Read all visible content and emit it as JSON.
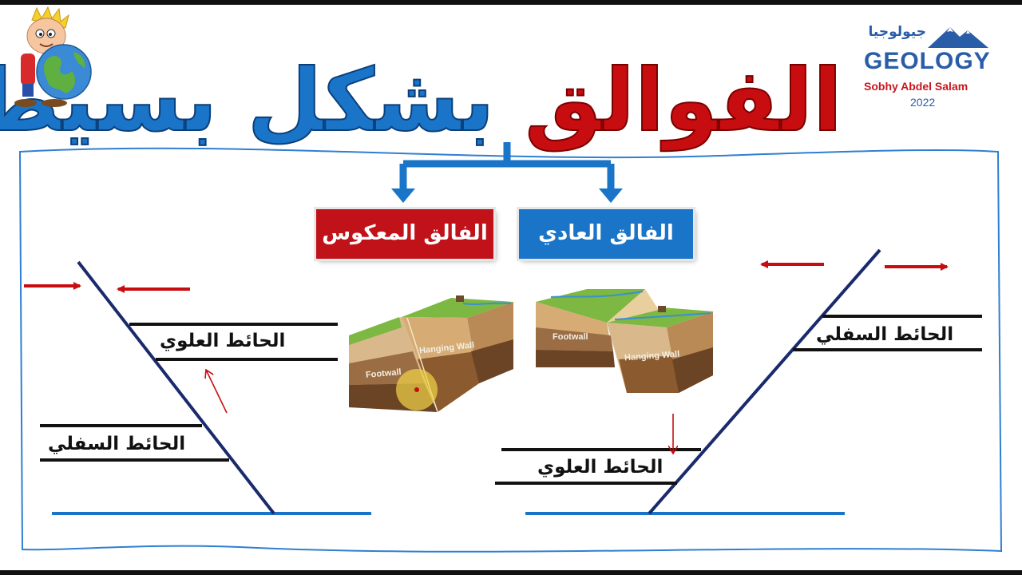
{
  "title": {
    "word_red": "الفوالق",
    "word_blue": "بشكل بسيط"
  },
  "logo": {
    "arabic": "جيولوجيا",
    "english": "GEOLOGY",
    "author": "Sobhy Abdel Salam",
    "year": "2022"
  },
  "boxes": {
    "reverse": "الفالق المعكوس",
    "normal": "الفالق العادي"
  },
  "left_diagram": {
    "upper_label": "الحائط العلوي",
    "lower_label": "الحائط السفلي"
  },
  "right_diagram": {
    "upper_label": "الحائط السفلي",
    "lower_label": "الحائط العلوي"
  },
  "block_left": {
    "upper": "Hanging Wall",
    "lower": "Footwall"
  },
  "block_right": {
    "upper": "Footwall",
    "lower": "Hanging Wall"
  },
  "colors": {
    "red": "#c80d10",
    "blue": "#1a74c8",
    "dark_line": "#1a2a6c"
  }
}
